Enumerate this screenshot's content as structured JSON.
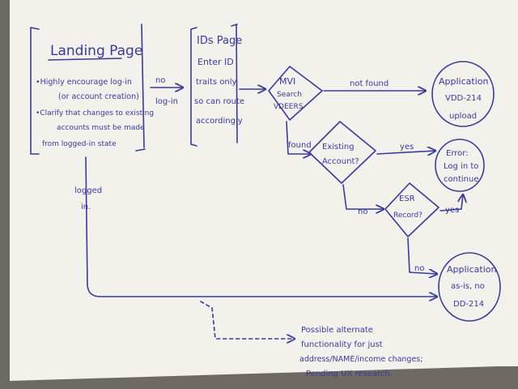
{
  "landing_page": {
    "title": "Landing Page",
    "bullets": [
      "•Highly encourage log-in",
      "(or account creation)",
      "•Clarify that changes to existing",
      "accounts must be made",
      "from logged-in state"
    ]
  },
  "ids_page": {
    "title": "IDs Page",
    "lines": [
      "Enter ID",
      "traits only",
      "so can route",
      "accordingly"
    ]
  },
  "mvi": {
    "lines": [
      "MVI",
      "Search",
      "VDEERS"
    ]
  },
  "existing_account": {
    "lines": [
      "Existing",
      "Account?"
    ]
  },
  "esr": {
    "lines": [
      "ESR",
      "Record?"
    ]
  },
  "application_upload": {
    "lines": [
      "Application",
      "VDD-214",
      "upload"
    ]
  },
  "error": {
    "lines": [
      "Error:",
      "Log in to",
      "continue"
    ]
  },
  "application_noupload": {
    "lines": [
      "Application",
      "as-is, no",
      "DD-214"
    ]
  },
  "edge_labels": {
    "no_login": [
      "no",
      "log-in"
    ],
    "not_found": "not found",
    "found": "found",
    "yes1": "yes",
    "no1": "no",
    "yes2": "yes",
    "no2": "no",
    "logged_in": [
      "logged",
      "in."
    ]
  },
  "note": {
    "lines": [
      "Possible alternate",
      "functionality for just",
      "address/NAME/income changes;",
      "Pending UX research."
    ]
  },
  "colors": {
    "ink": "#3b3a9a",
    "paper": "#f2f1ec",
    "background": "#6f6963"
  }
}
